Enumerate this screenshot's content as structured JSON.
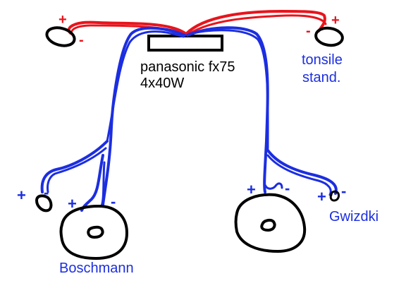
{
  "colors": {
    "wire_positive": "#e8141c",
    "wire_negative": "#1c2ee0",
    "outline": "#000000",
    "label_blue": "#1c2ee0",
    "label_black": "#000000",
    "background": "#ffffff"
  },
  "head_unit": {
    "model": "panasonic fx75",
    "power": "4x40W"
  },
  "speakers": {
    "front_right_line1": "tonsile",
    "front_right_line2": "stand.",
    "rear_left": "Boschmann",
    "rear_right": "Gwizdki"
  },
  "polarity": {
    "plus": "+",
    "minus": "-"
  }
}
